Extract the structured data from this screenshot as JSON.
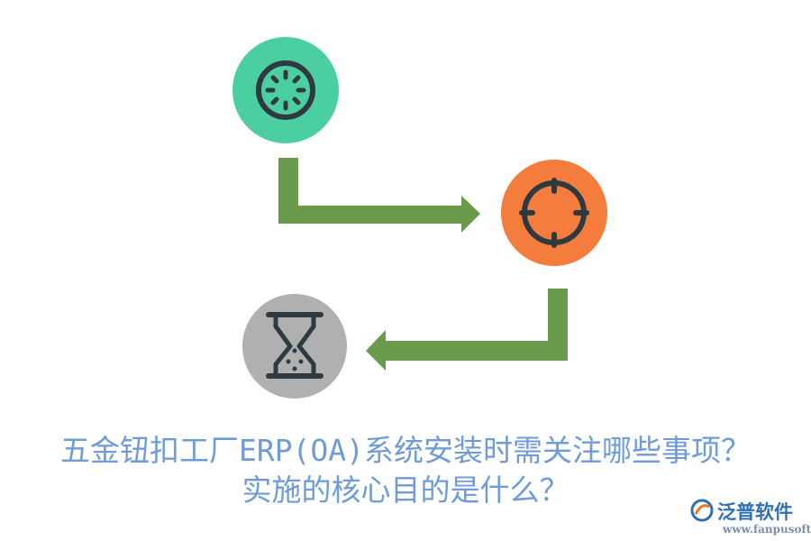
{
  "diagram": {
    "steps": [
      {
        "icon": "clock-face-icon",
        "color": "#4ccfa0"
      },
      {
        "icon": "crosshair-target-icon",
        "color": "#f47c3c"
      },
      {
        "icon": "hourglass-icon",
        "color": "#b0b0b0"
      }
    ],
    "arrow_color": "#6a9a4b",
    "icon_stroke_color": "#2f3a40"
  },
  "caption": {
    "line1": "五金钮扣工厂ERP(OA)系统安装时需关注哪些事项？",
    "line2": "实施的核心目的是什么？"
  },
  "logo": {
    "name": "泛普软件",
    "url": "www.fanpusoft.com"
  }
}
